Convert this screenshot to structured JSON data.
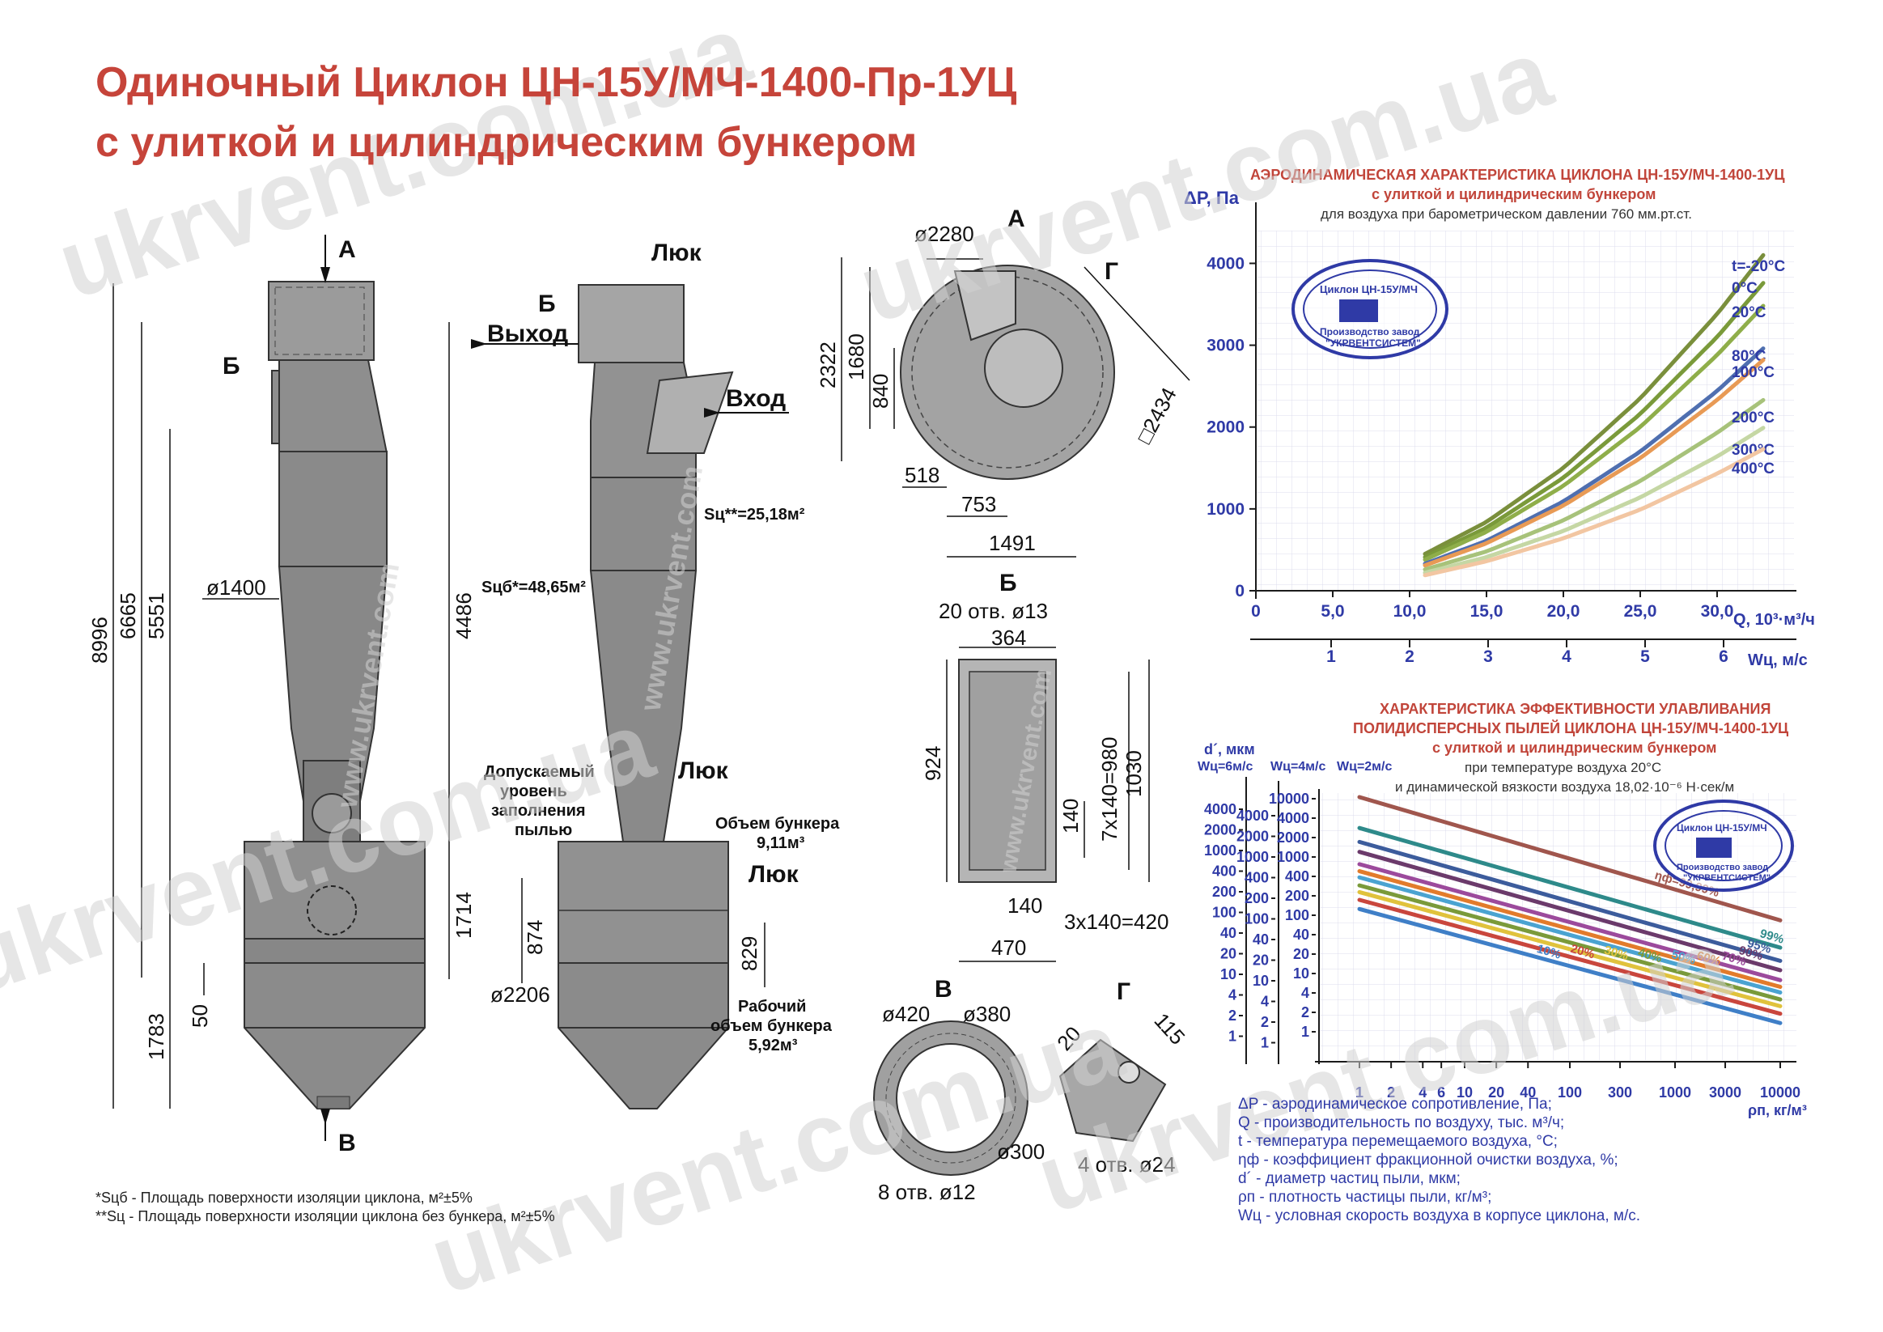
{
  "title": {
    "line1": "Одиночный Циклон  ЦН-15У/МЧ-1400-Пр-1УЦ",
    "line2": "с улиткой и цилиндрическим бункером"
  },
  "watermark": "ukrvent.com.ua",
  "vertical_watermark": "www.ukrvent.com",
  "colors": {
    "title": "#c6443a",
    "axis": "#2f3aa6",
    "grid": "#cfcfe8",
    "body": "#8c8c8c",
    "stamp": "#2f3aa6"
  },
  "front_view": {
    "label_top": "А",
    "label_side": "Б",
    "label_bottom": "В",
    "dims": {
      "total": "8996",
      "d1": "6665",
      "d2": "5551",
      "d3": "4486",
      "d4": "1714",
      "d5": "1783",
      "d6": "50",
      "dia": "ø1400"
    },
    "s_label": "Sцб*=48,65м²"
  },
  "side_view": {
    "hatch": "Люк",
    "outlet_mark": "Б",
    "outlet": "Выход",
    "inlet": "Вход",
    "s_label": "Sц**=25,18м²",
    "fill_note": [
      "Допускаемый",
      "уровень",
      "заполнения",
      "пылью"
    ],
    "hatch2": "Люк",
    "hatch3": "Люк",
    "volume": [
      "Объем бункера",
      "9,11м³"
    ],
    "working_volume": [
      "Рабочий",
      "объем бункера",
      "5,92м³"
    ],
    "dims": {
      "h874": "874",
      "h829": "829",
      "dia": "ø2206"
    }
  },
  "top_view": {
    "label": "А",
    "g_mark": "Г",
    "dims": {
      "dia": "ø2280",
      "h2322": "2322",
      "h1680": "1680",
      "h840": "840",
      "w518": "518",
      "w753": "753",
      "w1491": "1491",
      "sq": "□2434"
    }
  },
  "flange_b": {
    "label": "Б",
    "holes": "20 отв. ø13",
    "dims": {
      "w364": "364",
      "h924": "924",
      "h1030": "1030",
      "h980": "7x140=980",
      "h140": "140",
      "w140": "140",
      "w420": "3x140=420",
      "w470": "470"
    }
  },
  "flange_v": {
    "label": "В",
    "d420": "ø420",
    "d380": "ø380",
    "d300": "ø300",
    "holes": "8 отв. ø12"
  },
  "detail_g": {
    "label": "Г",
    "d20": "20",
    "d115": "115",
    "holes": "4 отв. ø24"
  },
  "stamp": {
    "line1": "Циклон ЦН-15У/МЧ",
    "line2": "Производство завод",
    "line3": "\"УКРВЕНТСИСТЕМ\""
  },
  "aero_chart": {
    "title": "АЭРОДИНАМИЧЕСКАЯ  ХАРАКТЕРИСТИКА  ЦИКЛОНА ЦН-15У/МЧ-1400-1УЦ",
    "subtitle1": "с улиткой и цилиндрическим бункером",
    "subtitle2": "для воздуха при барометрическом давлении 760 мм.рт.ст.",
    "ylabel": "ΔP, Па",
    "xlabel": "Q, 10³·м³/ч",
    "x2label": "Wц, м/с",
    "yticks": [
      "0",
      "1000",
      "2000",
      "3000",
      "4000"
    ],
    "xticks": [
      "0",
      "5,0",
      "10,0",
      "15,0",
      "20,0",
      "25,0",
      "30,0"
    ],
    "x2ticks": [
      "1",
      "2",
      "3",
      "4",
      "5",
      "6"
    ]
  },
  "eff_chart": {
    "title1": "ХАРАКТЕРИСТИКА  ЭФФЕКТИВНОСТИ УЛАВЛИВАНИЯ",
    "title2": "ПОЛИДИСПЕРСНЫХ ПЫЛЕЙ ЦИКЛОНА ЦН-15У/МЧ-1400-1УЦ",
    "title3": "с улиткой и цилиндрическим бункером",
    "sub1": "при температуре воздуха 20°С",
    "sub2": "и динамической вязкости воздуха  18,02·10⁻⁶ Н·сек/м",
    "ylabel": "d´, мкм",
    "w6": "Wц=6м/с",
    "w4": "Wц=4м/с",
    "w2": "Wц=2м/с",
    "xlabel": "ρп, кг/м³",
    "scale1": [
      "4000",
      "2000",
      "1000",
      "400",
      "200",
      "100",
      "40",
      "20",
      "10",
      "4",
      "2",
      "1"
    ],
    "scale2": [
      "4000",
      "2000",
      "1000",
      "400",
      "200",
      "100",
      "40",
      "20",
      "10",
      "4",
      "2",
      "1"
    ],
    "scale3": [
      "10000",
      "4000",
      "2000",
      "1000",
      "400",
      "200",
      "100",
      "40",
      "20",
      "10",
      "4",
      "2",
      "1"
    ],
    "xticks": [
      "1",
      "2",
      "4",
      "6",
      "10",
      "20",
      "40",
      "100",
      "300",
      "1000",
      "3000",
      "10000"
    ]
  },
  "legend": [
    "ΔP - аэродинамическое сопротивление, Па;",
    "Q - производительность по воздуху, тыс. м³/ч;",
    "t - температура перемещаемого воздуха, °С;",
    "ηф - коэффициент фракционной очистки воздуха, %;",
    "d´ - диаметр частиц пыли, мкм;",
    "ρп - плотность частицы пыли, кг/м³;",
    "Wц - условная скорость воздуха в корпусе циклона, м/с."
  ],
  "footnotes": [
    "*Sцб - Площадь поверхности изоляции  циклона, м²±5%",
    "**Sц - Площадь поверхности изоляции  циклона без бункера, м²±5%"
  ],
  "chart_data": [
    {
      "type": "line",
      "title": "АЭРОДИНАМИЧЕСКАЯ  ХАРАКТЕРИСТИКА  ЦИКЛОНА ЦН-15У/МЧ-1400-1УЦ",
      "xlabel": "Q, 10³·м³/ч",
      "ylabel": "ΔP, Па",
      "xlim": [
        0,
        35
      ],
      "ylim": [
        0,
        4400
      ],
      "grid": true,
      "x": [
        11,
        15,
        20,
        25,
        30,
        33
      ],
      "series": [
        {
          "name": "t=-20°C",
          "color": "#7a8f3c",
          "values": [
            450,
            840,
            1500,
            2350,
            3380,
            4100
          ]
        },
        {
          "name": "0°C",
          "color": "#7a9a3a",
          "values": [
            410,
            770,
            1380,
            2160,
            3100,
            3760
          ]
        },
        {
          "name": "20°C",
          "color": "#8fae4a",
          "values": [
            380,
            720,
            1280,
            2000,
            2880,
            3480
          ]
        },
        {
          "name": "80°C",
          "color": "#4f6fb0",
          "values": [
            330,
            610,
            1090,
            1700,
            2440,
            2960
          ]
        },
        {
          "name": "100°C",
          "color": "#e89a55",
          "values": [
            310,
            580,
            1040,
            1620,
            2330,
            2820
          ]
        },
        {
          "name": "200°C",
          "color": "#a7c27a",
          "values": [
            260,
            480,
            860,
            1340,
            1930,
            2330
          ]
        },
        {
          "name": "300°C",
          "color": "#c5d7a4",
          "values": [
            220,
            410,
            730,
            1140,
            1640,
            1990
          ]
        },
        {
          "name": "400°C",
          "color": "#f2c6a2",
          "values": [
            190,
            360,
            640,
            990,
            1430,
            1730
          ]
        }
      ]
    },
    {
      "type": "line",
      "title": "ХАРАКТЕРИСТИКА  ЭФФЕКТИВНОСТИ УЛАВЛИВАНИЯ",
      "xlabel": "ρп, кг/м³",
      "ylabel": "d´, мкм",
      "x": [
        1,
        10000
      ],
      "log_x": true,
      "log_y": true,
      "series": [
        {
          "name": "ηф=99,99%",
          "color": "#a0564d",
          "values": [
            10000,
            120
          ]
        },
        {
          "name": "99%",
          "color": "#2e8a8a",
          "values": [
            3300,
            45
          ]
        },
        {
          "name": "95%",
          "color": "#3c5c9c",
          "values": [
            2000,
            28
          ]
        },
        {
          "name": "90%",
          "color": "#6b3a6b",
          "values": [
            1400,
            20
          ]
        },
        {
          "name": "70%",
          "color": "#9c4a9c",
          "values": [
            900,
            14
          ]
        },
        {
          "name": "60%",
          "color": "#e27b2b",
          "values": [
            700,
            11
          ]
        },
        {
          "name": "50%",
          "color": "#4aa3d1",
          "values": [
            560,
            9
          ]
        },
        {
          "name": "40%",
          "color": "#7a9a3a",
          "values": [
            420,
            7
          ]
        },
        {
          "name": "30%",
          "color": "#e0c23c",
          "values": [
            330,
            5.5
          ]
        },
        {
          "name": "20%",
          "color": "#c9463d",
          "values": [
            250,
            4.2
          ]
        },
        {
          "name": "10%",
          "color": "#3f7fc7",
          "values": [
            180,
            3
          ]
        }
      ]
    }
  ]
}
